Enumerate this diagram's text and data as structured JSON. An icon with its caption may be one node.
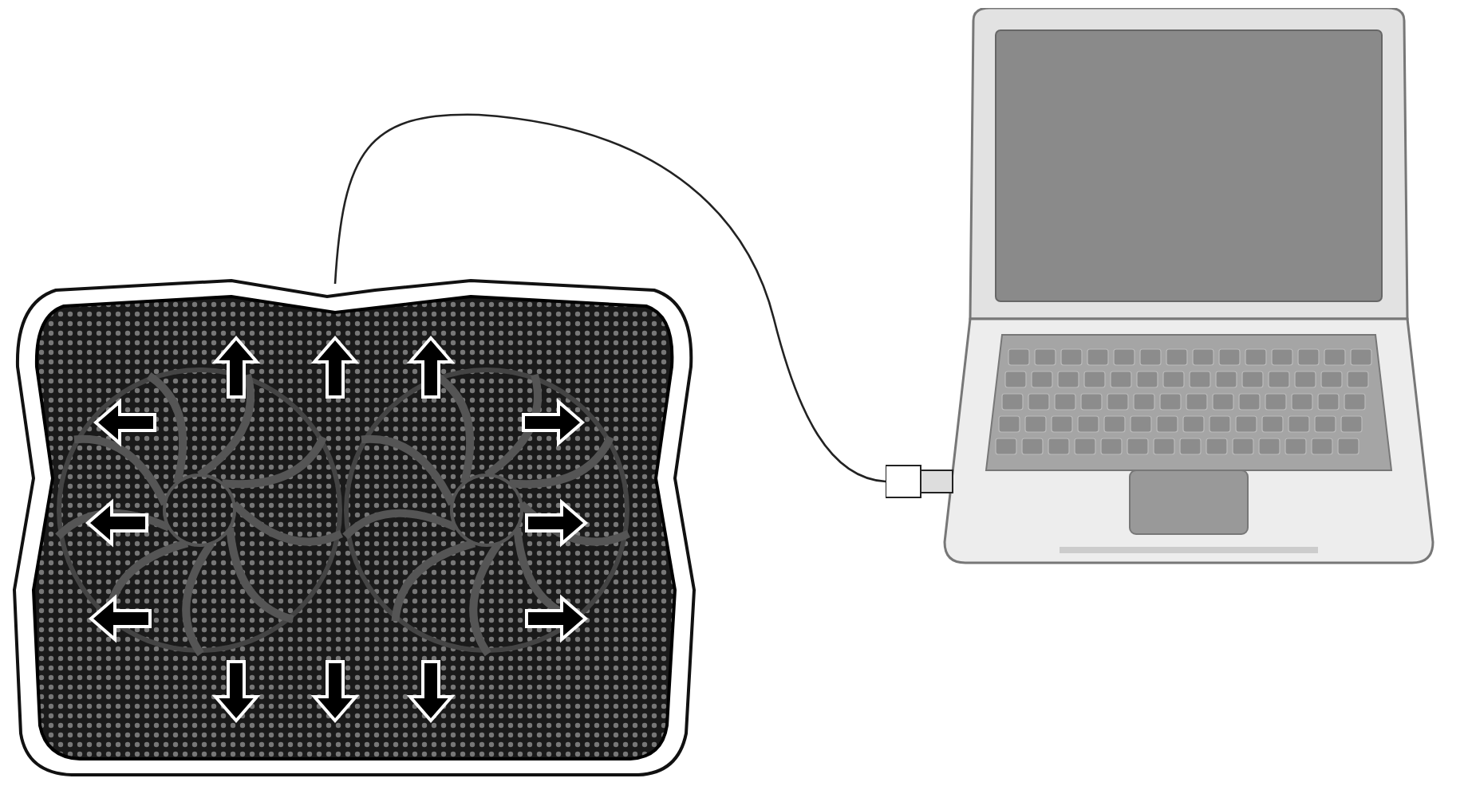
{
  "diagram": {
    "nodes": [
      {
        "text": [],
        "shape": "picture"
      },
      {
        "text": [],
        "shape": "picture"
      }
    ],
    "edges": [
      {
        "from": 0,
        "to": 1,
        "arrow": "none"
      }
    ]
  }
}
